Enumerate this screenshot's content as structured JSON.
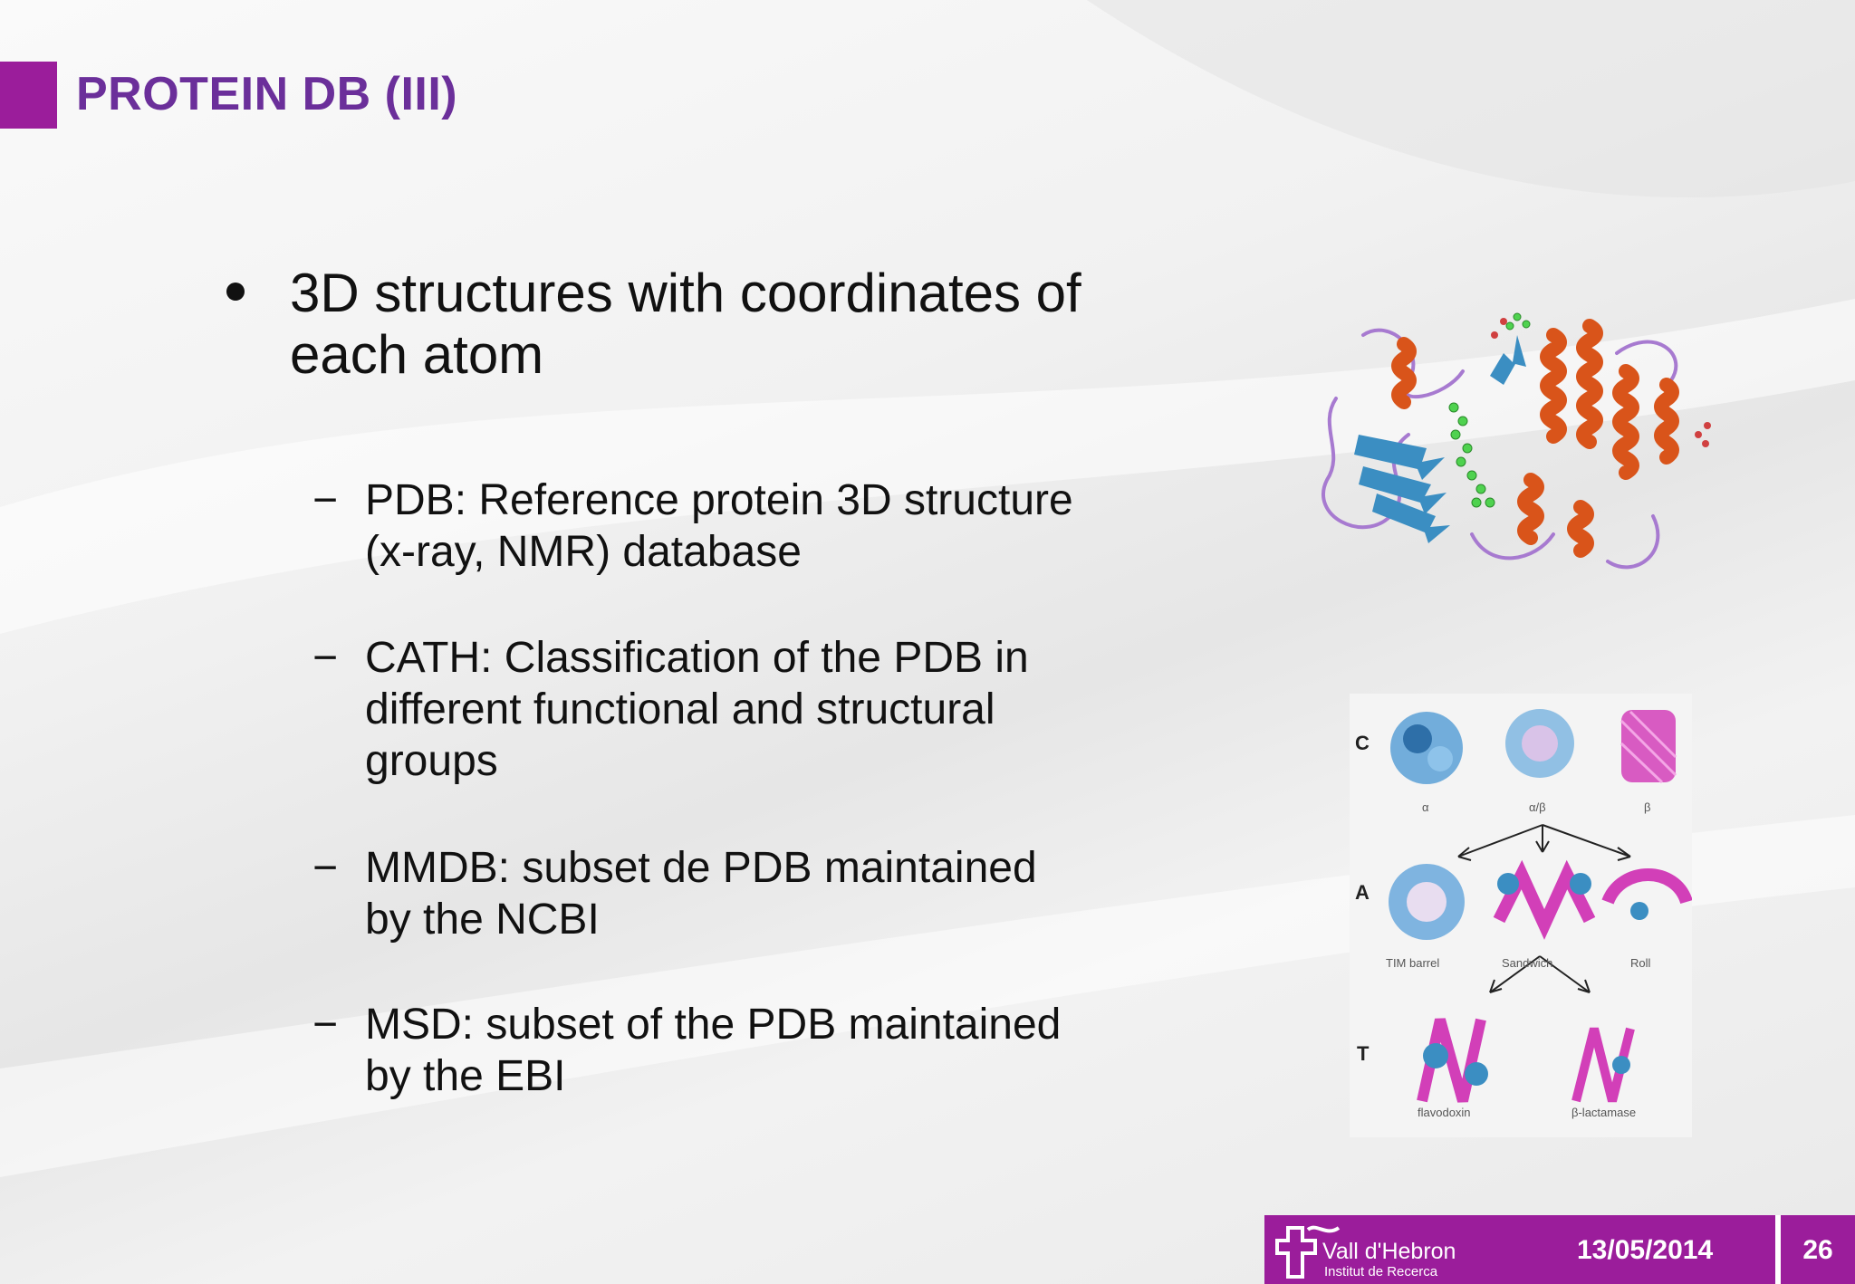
{
  "slide": {
    "title": "PROTEIN DB (III)",
    "bullet": "3D structures with coordinates of each atom",
    "sub_items": [
      "PDB: Reference protein 3D structure (x-ray, NMR) database",
      "CATH: Classification of the PDB in different functional and structural groups",
      "MMDB: subset de PDB maintained by the NCBI",
      "MSD: subset of the PDB maintained by the EBI"
    ],
    "dash": "−"
  },
  "cath_figure": {
    "level_labels": [
      "C",
      "A",
      "T"
    ],
    "class_labels": [
      "α",
      "α/β",
      "β"
    ],
    "architecture_labels": [
      "TIM barrel",
      "Sandwich",
      "Roll"
    ],
    "topology_labels": [
      "flavodoxin",
      "β-lactamase"
    ]
  },
  "footer": {
    "logo_name": "Vall d'Hebron",
    "logo_subtitle": "Institut de Recerca",
    "date": "13/05/2014",
    "page": "26"
  },
  "colors": {
    "accent_purple": "#9b1d9b",
    "title_purple": "#6b2f9a",
    "helix_orange": "#d9541a",
    "sheet_blue": "#3b8ec2",
    "loop_lilac": "#a77ad0",
    "ligand_green": "#4fd24f"
  },
  "icons": [
    "cross-logo-icon",
    "protein-ribbon-image",
    "cath-hierarchy-image"
  ]
}
